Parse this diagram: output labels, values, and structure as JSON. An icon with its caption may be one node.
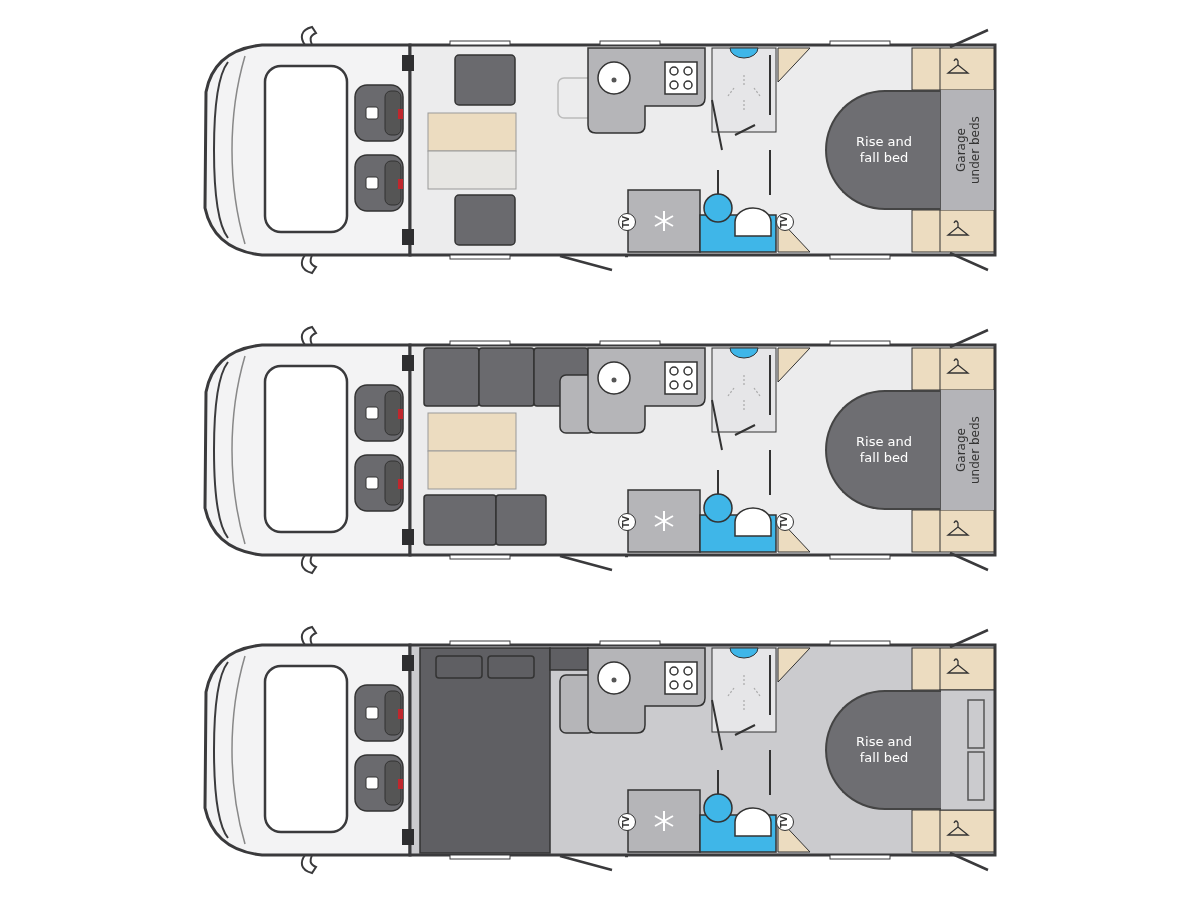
{
  "diagram": {
    "nodes": [
      {
        "text": [
          "Rise and fall bed"
        ]
      },
      {
        "text": [
          "Garage under beds"
        ]
      },
      {
        "text": [
          "Rise and fall bed"
        ]
      },
      {
        "text": [
          "Garage under beds"
        ]
      },
      {
        "text": [
          "Rise and fall bed"
        ]
      }
    ],
    "labels": [
      "TV",
      "TV",
      "TV",
      "TV",
      "TV",
      "TV"
    ]
  }
}
